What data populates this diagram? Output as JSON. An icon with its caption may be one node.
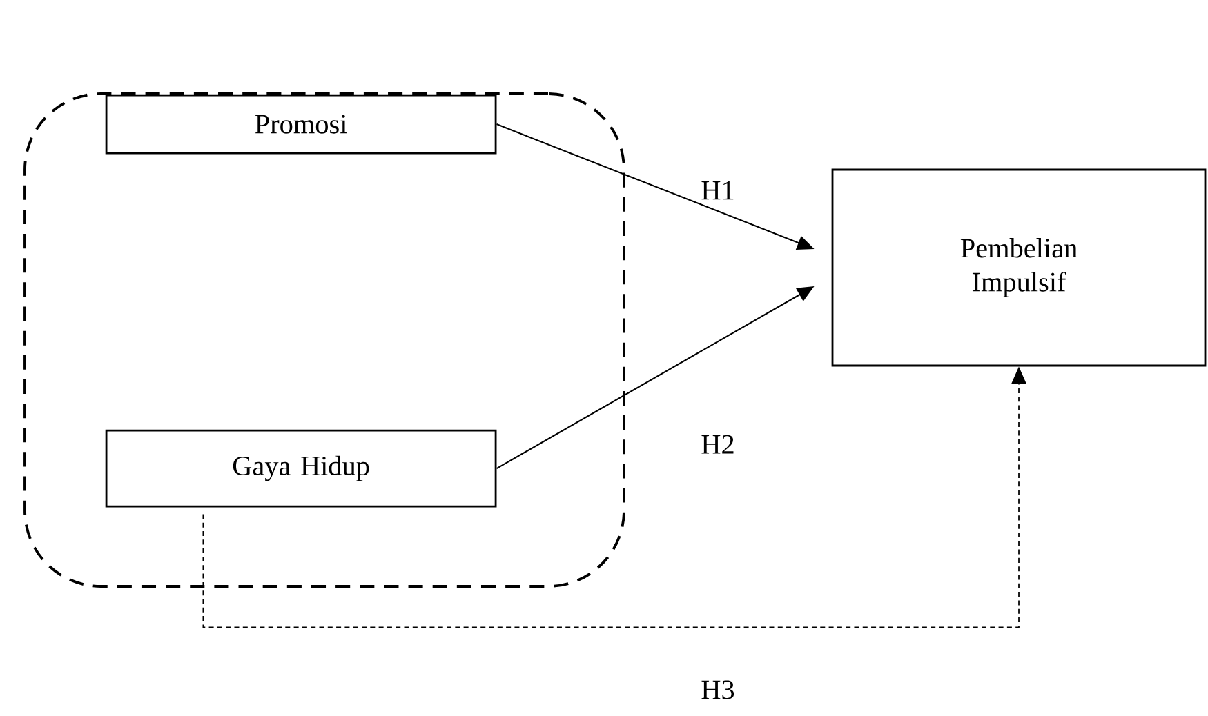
{
  "diagram": {
    "nodes": [
      {
        "text": [],
        "shape": "box"
      },
      {
        "text": [
          "Promosi"
        ],
        "in": 0
      },
      {
        "text": [
          "Gaya Hidup"
        ],
        "in": 0
      },
      {
        "text": [
          "Pembelian Impulsif"
        ]
      }
    ],
    "edges": [
      {
        "from": 1,
        "to": 3,
        "arrow": "to",
        "label": "H1"
      },
      {
        "from": 2,
        "to": 3,
        "arrow": "to",
        "label": "H2"
      },
      {
        "from": 2,
        "to": 3,
        "arrow": "to",
        "label": "H3",
        "style": "dashed"
      }
    ]
  }
}
